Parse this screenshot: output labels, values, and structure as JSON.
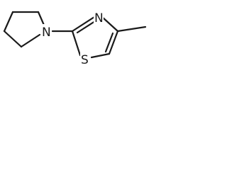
{
  "atoms": {
    "nitrogen_pyrrolidine": "N",
    "nitrogen_thiazole": "N",
    "sulfur_thiazole": "S"
  }
}
